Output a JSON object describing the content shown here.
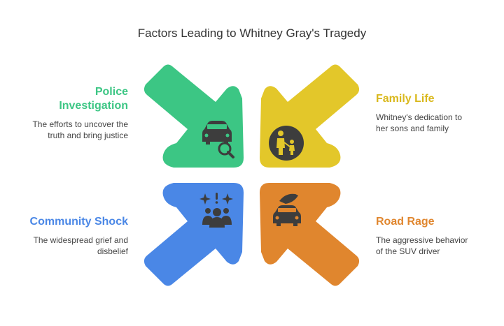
{
  "title": "Factors Leading to Whitney Gray's Tragedy",
  "colors": {
    "green": "#3cc684",
    "yellow": "#e3c72a",
    "blue": "#4a87e6",
    "orange": "#e0862e",
    "icon": "#3d3d3d"
  },
  "factors": [
    {
      "label": "Police Investigation",
      "label_lines": [
        "Police",
        "Investigation"
      ],
      "description_lines": [
        "The efforts to uncover the",
        "truth and bring justice"
      ],
      "color": "#3cc684",
      "icon": "car-search-icon"
    },
    {
      "label": "Family Life",
      "description_lines": [
        "Whitney's dedication to",
        "her sons and family"
      ],
      "color": "#e3c72a",
      "icon": "family-icon"
    },
    {
      "label": "Community Shock",
      "description_lines": [
        "The widespread grief and",
        "disbelief"
      ],
      "color": "#4a87e6",
      "icon": "shocked-crowd-icon"
    },
    {
      "label": "Road Rage",
      "description_lines": [
        "The aggressive behavior",
        "of the SUV driver"
      ],
      "color": "#e0862e",
      "icon": "car-alert-icon"
    }
  ]
}
